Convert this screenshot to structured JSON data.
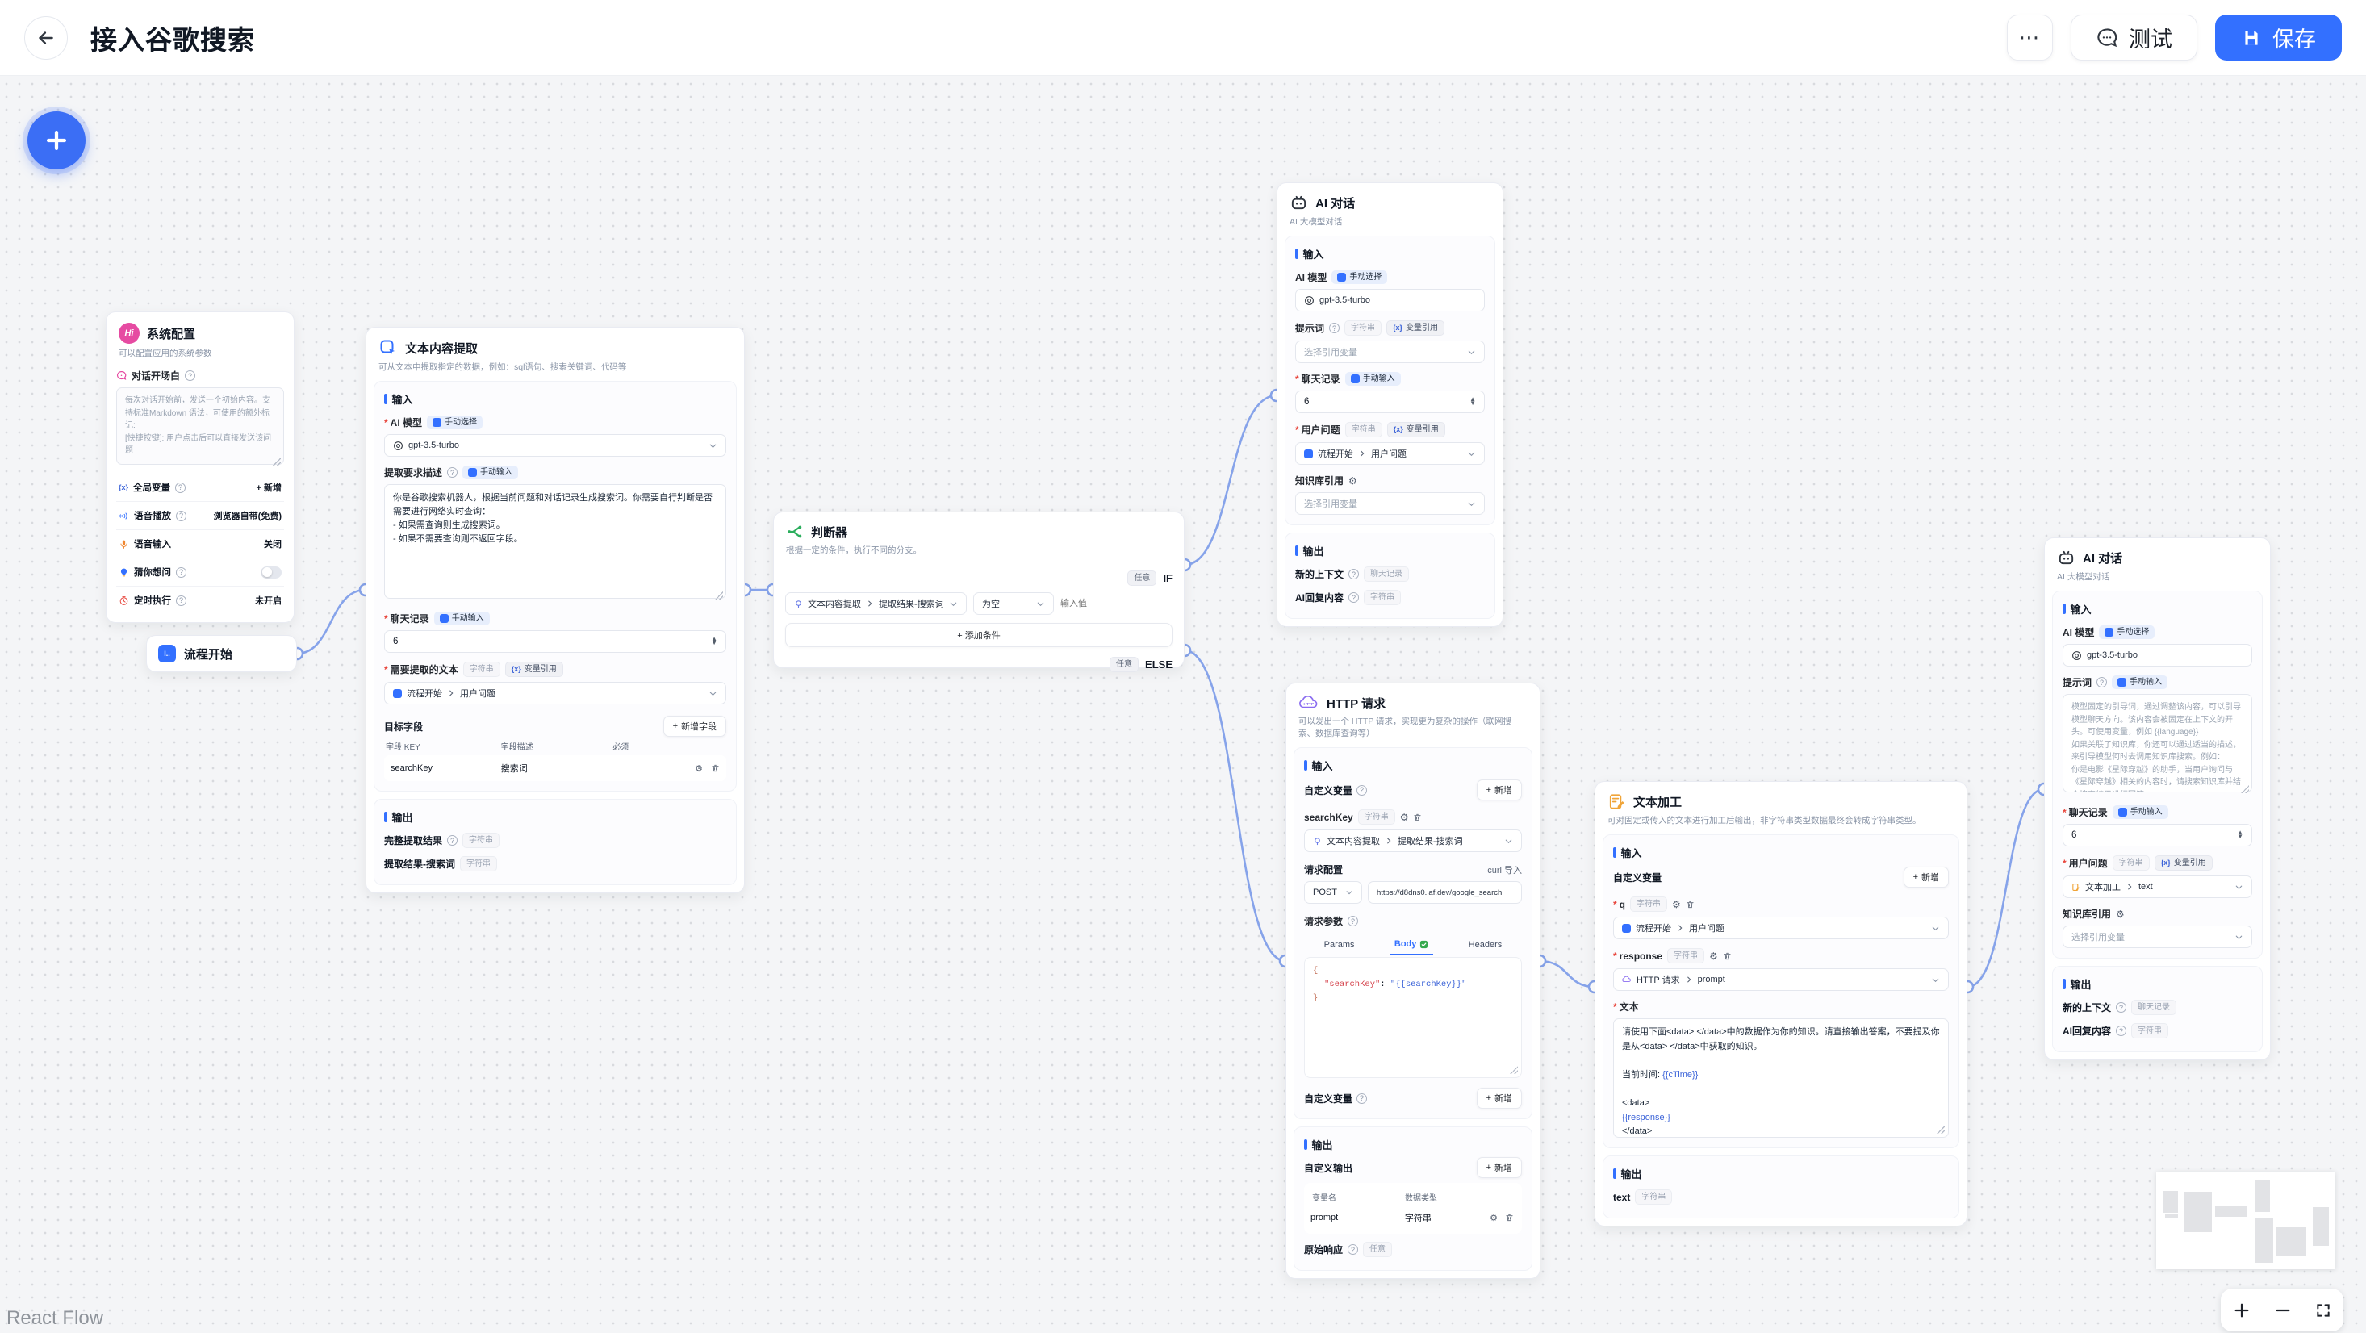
{
  "header": {
    "title": "接入谷歌搜索",
    "more_label": "⋯",
    "test_label": "测试",
    "save_label": "保存"
  },
  "labels": {
    "plus": "+",
    "required": "*",
    "help": "?",
    "input": "输入",
    "output": "输出",
    "string": "字符串",
    "any": "任意",
    "chat_record_type": "聊天记录",
    "var_ref": "变量引用",
    "manual_select": "手动选择",
    "manual_input": "手动输入",
    "add": "新增",
    "ai_model": "AI 模型",
    "model": "gpt-3.5-turbo",
    "chat_history": "聊天记录",
    "chat_history_value": "6",
    "user_question": "用户问题",
    "kb_ref": "知识库引用",
    "select_var": "选择引用变量",
    "new_context": "新的上下文",
    "ai_reply": "AI回复内容",
    "prompt": "提示词",
    "custom_vars": "自定义变量",
    "flow_start_ref": "流程开始"
  },
  "nodes": {
    "system_config": {
      "avatar": "Hi",
      "title": "系统配置",
      "subtitle": "可以配置应用的系统参数",
      "welcome_label": "对话开场白",
      "welcome_placeholder": "每次对话开始前，发送一个初始内容。支持标准Markdown 语法，可使用的额外标记:\n[快捷按键]: 用户点击后可以直接发送该问题",
      "global_vars": "全局变量",
      "tts": "语音播放",
      "tts_value": "浏览器自带(免费)",
      "stt": "语音输入",
      "stt_value": "关闭",
      "guess": "猜你想问",
      "schedule": "定时执行",
      "schedule_value": "未开启"
    },
    "flow_start": {
      "title": "流程开始",
      "icon_text": "I.."
    },
    "text_extract": {
      "title": "文本内容提取",
      "subtitle": "可从文本中提取指定的数据，例如：sql语句、搜索关键词、代码等",
      "extract_desc_label": "提取要求描述",
      "extract_desc_value": "你是谷歌搜索机器人，根据当前问题和对话记录生成搜索词。你需要自行判断是否需要进行网络实时查询：\n- 如果需查询则生成搜索词。\n- 如果不需要查询则不返回字段。",
      "source_text_label": "需要提取的文本",
      "ref_node": "流程开始",
      "ref_field": "用户问题",
      "target_fields_label": "目标字段",
      "add_field_label": "新增字段",
      "key_header": "字段 KEY",
      "desc_header": "字段描述",
      "required_header": "必须",
      "row_key": "searchKey",
      "row_desc": "搜索词",
      "out_full_label": "完整提取结果",
      "out_field_label": "提取结果-搜索词"
    },
    "classifier": {
      "title": "判断器",
      "subtitle": "根据一定的条件，执行不同的分支。",
      "if_label": "IF",
      "else_label": "ELSE",
      "cond_node": "文本内容提取",
      "cond_field": "提取结果-搜索词",
      "cond_op": "为空",
      "cond_value_placeholder": "输入值",
      "add_condition": "添加条件"
    },
    "ai_chat_top": {
      "title": "AI 对话",
      "subtitle": "AI 大模型对话",
      "ref_node": "流程开始",
      "ref_field": "用户问题"
    },
    "http_request": {
      "title": "HTTP 请求",
      "subtitle": "可以发出一个 HTTP 请求，实现更为复杂的操作（联网搜索、数据库查询等）",
      "var_name": "searchKey",
      "ref_node": "文本内容提取",
      "ref_field": "提取结果-搜索词",
      "req_config_label": "请求配置",
      "curl_label": "curl 导入",
      "method": "POST",
      "url": "https://d8dns0.laf.dev/google_search",
      "req_params_label": "请求参数",
      "tab_params": "Params",
      "tab_body": "Body",
      "tab_headers": "Headers",
      "body_open": "{",
      "body_key": "\"searchKey\"",
      "body_colon": ": ",
      "body_value": "\"{{searchKey}}\"",
      "body_close": "}",
      "custom_out_label": "自定义输出",
      "var_header": "变量名",
      "type_header": "数据类型",
      "out_row_name": "prompt",
      "out_row_type": "字符串",
      "raw_label": "原始响应"
    },
    "text_process": {
      "title": "文本加工",
      "subtitle": "可对固定或传入的文本进行加工后输出，非字符串类型数据最终会转成字符串类型。",
      "q_name": "q",
      "q_ref_node": "流程开始",
      "q_ref_field": "用户问题",
      "response_name": "response",
      "r_ref_node": "HTTP 请求",
      "r_ref_field": "prompt",
      "text_label": "文本",
      "t1": "请使用下面<data> </data>中的数据作为你的知识。请直接输出答案，不要提及你是从<data> </data>中获取的知识。",
      "t2": "当前时间: ",
      "t2v": "{{cTime}}",
      "t3": "<data>",
      "t4": "{{response}}",
      "t5": "</data>",
      "out_name": "text"
    },
    "ai_chat_right": {
      "title": "AI 对话",
      "subtitle": "AI 大模型对话",
      "prompt_placeholder": "模型固定的引导词，通过调整该内容，可以引导模型聊天方向。该内容会被固定在上下文的开头。可使用变量，例如 {{language}}\n如果关联了知识库，你还可以通过适当的描述，来引导模型何时去调用知识库搜索。例如：\n你是电影《星际穿越》的助手，当用户询问与《星际穿越》相关的内容时，请搜索知识库并结合搜索结果进行回答。",
      "ref_node": "文本加工",
      "ref_field": "text"
    }
  },
  "colors": {
    "accent": "#3370ff",
    "edge": "#86a3ea",
    "canvas": "#f4f5f7",
    "pink": "#e64ba2",
    "green": "#2cae5d",
    "purple": "#8a6cf0",
    "orange": "#f0a438",
    "code_key": "#d5434c",
    "code_value": "#3b63d8"
  },
  "attribution": "React Flow"
}
